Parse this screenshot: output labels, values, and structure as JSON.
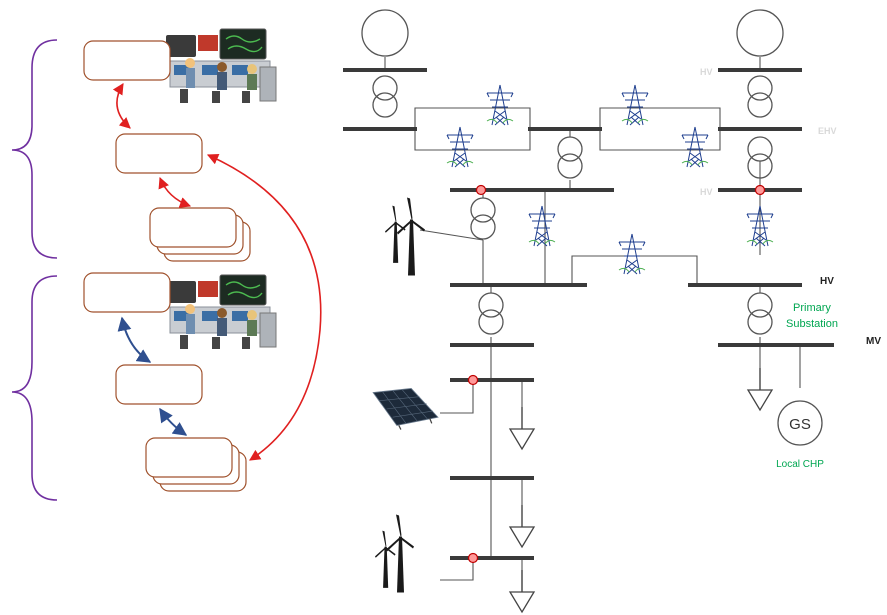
{
  "labels": {
    "hv_top": "HV",
    "ehv": "EHV",
    "hv_mid": "HV",
    "hv_bus": "HV",
    "primary_substation_line1": "Primary",
    "primary_substation_line2": "Substation",
    "mv": "MV",
    "generator": "GS",
    "local_chp": "Local CHP"
  },
  "colors": {
    "brace": "#7030a0",
    "red_link": "#e02020",
    "blue_link": "#2f4f8f",
    "green_text": "#00a651",
    "grey_text": "#d9d9d9",
    "bus": "#3a3a3a",
    "node_fill": "#ff9a9a",
    "node_stroke": "#c00000"
  },
  "icons": {
    "control_room": "control-room-icon",
    "pylon": "transmission-tower-icon",
    "wind": "wind-turbine-icon",
    "solar": "solar-panel-icon",
    "load": "load-arrow-icon"
  }
}
